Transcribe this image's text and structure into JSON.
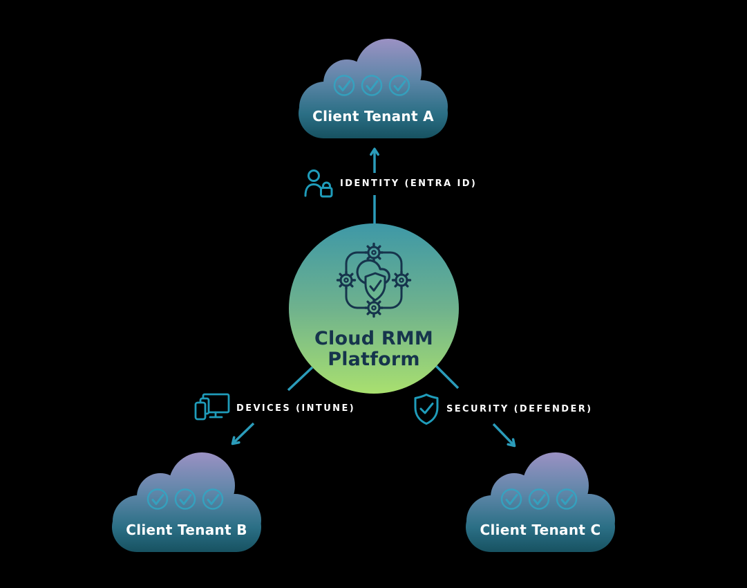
{
  "diagram": {
    "background_color": "#000000",
    "center": {
      "line1": "Cloud RMM",
      "line2": "Platform",
      "icon": "gears-cloud-shield-icon",
      "gradient_top": "#3e98a7",
      "gradient_bottom": "#a9e06f",
      "text_color": "#16344c"
    },
    "tenants": [
      {
        "label": "Client Tenant A",
        "position": "top",
        "icon": "cloud-with-three-checks"
      },
      {
        "label": "Client Tenant B",
        "position": "bottom-left",
        "icon": "cloud-with-three-checks"
      },
      {
        "label": "Client Tenant C",
        "position": "bottom-right",
        "icon": "cloud-with-three-checks"
      }
    ],
    "connections": [
      {
        "label": "IDENTITY (ENTRA ID)",
        "icon": "user-lock-icon",
        "from": "Cloud RMM Platform",
        "to": "Client Tenant A",
        "direction": "up"
      },
      {
        "label": "DEVICES (INTUNE)",
        "icon": "devices-icon",
        "from": "Cloud RMM Platform",
        "to": "Client Tenant B",
        "direction": "down-left"
      },
      {
        "label": "SECURITY (DEFENDER)",
        "icon": "shield-check-icon",
        "from": "Cloud RMM Platform",
        "to": "Client Tenant C",
        "direction": "down-right"
      }
    ],
    "colors": {
      "cloud_gradient_top": "#9f92c5",
      "cloud_gradient_mid": "#5e86a8",
      "cloud_gradient_bottom": "#16505f",
      "arrow_accent": "#2b9cba",
      "check_circle": "#2fa9c6",
      "label_text": "#ffffff"
    }
  }
}
